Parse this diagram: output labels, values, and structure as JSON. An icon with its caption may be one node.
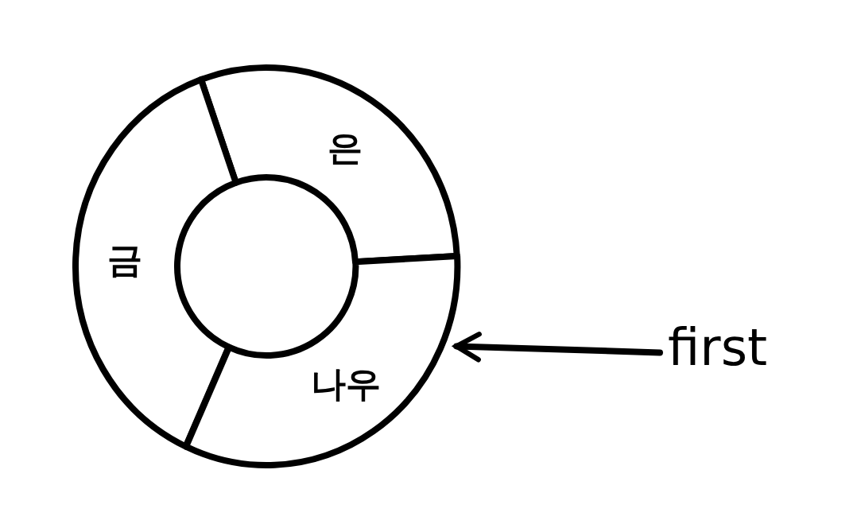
{
  "diagram": {
    "nodes": [
      {
        "text": [
          "은"
        ]
      },
      {
        "text": [
          "금"
        ]
      },
      {
        "text": [
          "나우"
        ]
      },
      {
        "text": [
          "first"
        ]
      }
    ],
    "edges": [
      {
        "from": 3,
        "to": 2,
        "arrow": "to"
      }
    ]
  }
}
